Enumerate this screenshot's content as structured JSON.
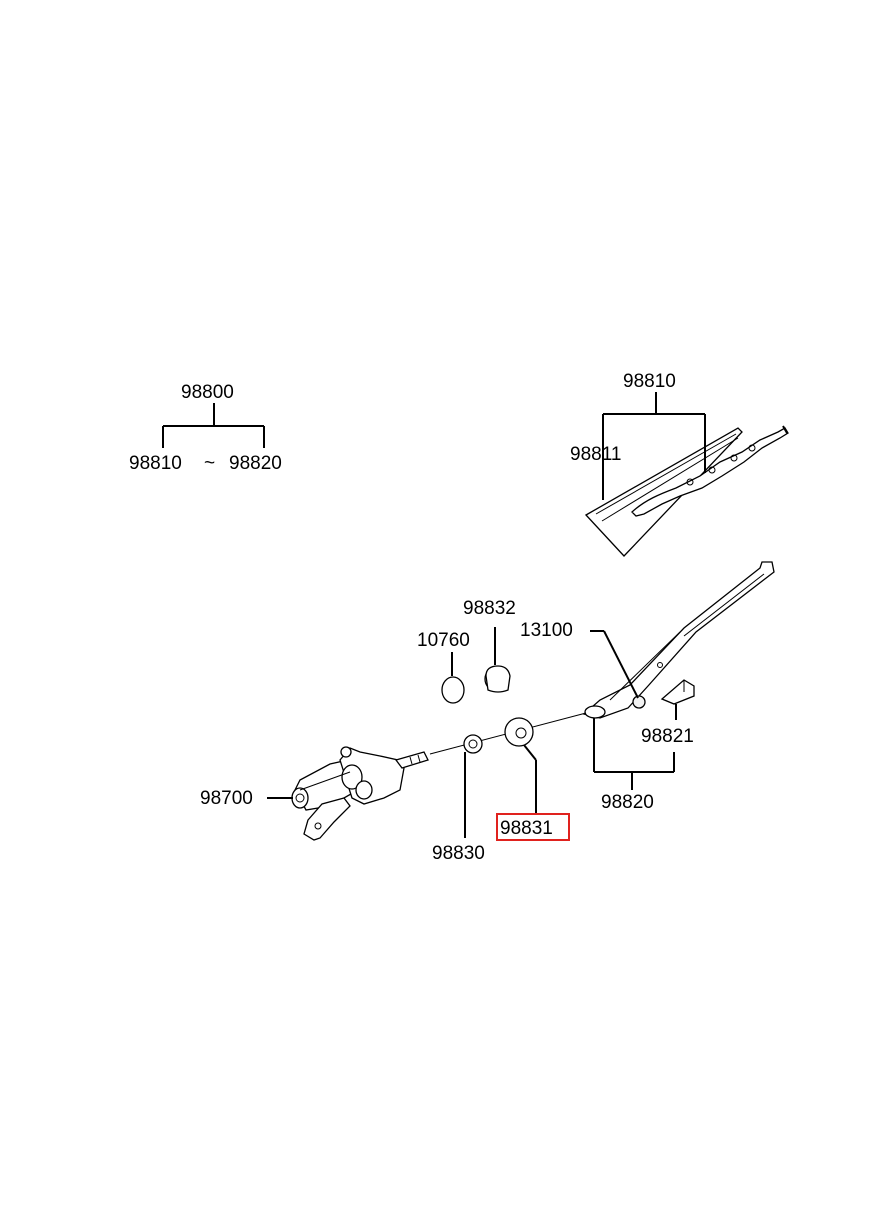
{
  "labels": {
    "assembly": "98800",
    "range_from": "98810",
    "range_tilde": "~",
    "range_to": "98820",
    "blade_assy": "98810",
    "blade_refill": "98811",
    "nut": "13100",
    "cap": "98832",
    "washer_small": "10760",
    "arm_assy": "98820",
    "arm_cap": "98821",
    "motor": "98700",
    "bushing": "98830",
    "seal_highlighted": "98831"
  },
  "colors": {
    "line": "#000000",
    "highlight": "#e0221e",
    "background": "#ffffff"
  }
}
